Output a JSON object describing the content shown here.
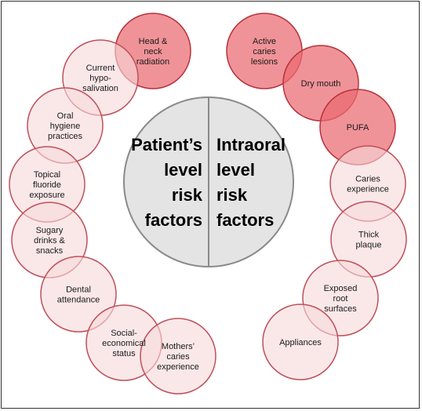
{
  "colors": {
    "light_fill": "#f6d8da",
    "light_stroke": "#c0505a",
    "dark_fill": "#ea6a70",
    "dark_stroke": "#b8323c",
    "center_fill": "#e4e4e4",
    "center_stroke": "#8a8a8a"
  },
  "center": {
    "left_lines": [
      "Patient’s",
      "level",
      "risk",
      "factors"
    ],
    "right_lines": [
      "Intraoral",
      "level",
      "risk",
      "factors"
    ]
  },
  "patient_factors": [
    {
      "lines": [
        "Head &",
        "neck",
        "radiation"
      ],
      "style": "dark"
    },
    {
      "lines": [
        "Current",
        "hypo-",
        "salivation"
      ],
      "style": "light"
    },
    {
      "lines": [
        "Oral",
        "hygiene",
        "practices"
      ],
      "style": "light"
    },
    {
      "lines": [
        "Topical",
        "fluoride",
        "exposure"
      ],
      "style": "light"
    },
    {
      "lines": [
        "Sugary",
        "drinks &",
        "snacks"
      ],
      "style": "light"
    },
    {
      "lines": [
        "Dental",
        "attendance"
      ],
      "style": "light"
    },
    {
      "lines": [
        "Social-",
        "economical",
        "status"
      ],
      "style": "light"
    },
    {
      "lines": [
        "Mothers’",
        "caries",
        "experience"
      ],
      "style": "light"
    }
  ],
  "intraoral_factors": [
    {
      "lines": [
        "Active",
        "caries",
        "lesions"
      ],
      "style": "dark"
    },
    {
      "lines": [
        "Dry mouth"
      ],
      "style": "dark"
    },
    {
      "lines": [
        "PUFA"
      ],
      "style": "dark"
    },
    {
      "lines": [
        "Caries",
        "experience"
      ],
      "style": "light"
    },
    {
      "lines": [
        "Thick",
        "plaque"
      ],
      "style": "light"
    },
    {
      "lines": [
        "Exposed",
        "root",
        "surfaces"
      ],
      "style": "light"
    },
    {
      "lines": [
        "Appliances"
      ],
      "style": "light"
    }
  ]
}
